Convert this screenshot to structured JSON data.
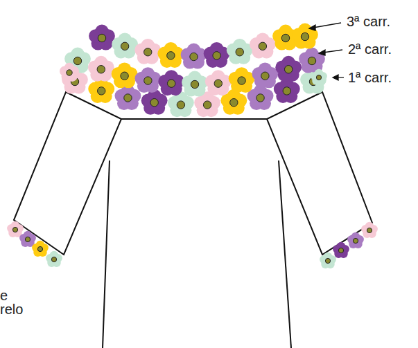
{
  "diagram": {
    "labels": [
      "3ª carr.",
      "2ª carr.",
      "1ª carr.",
      "e",
      "relo"
    ]
  }
}
